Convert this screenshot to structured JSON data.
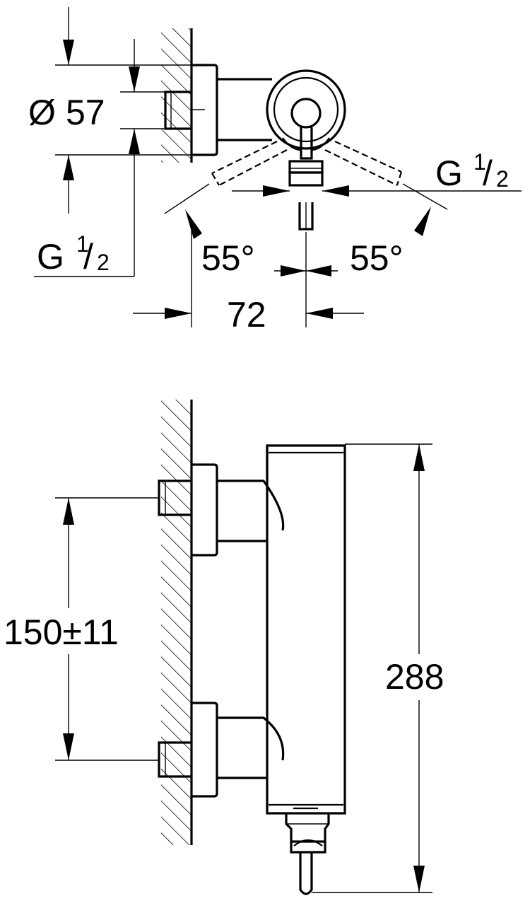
{
  "top_view": {
    "diameter": {
      "symbol": "Ø",
      "value": "57"
    },
    "thread_left": {
      "letter": "G",
      "numerator": "1",
      "slash": "/",
      "denominator": "2"
    },
    "thread_right": {
      "letter": "G",
      "numerator": "1",
      "slash": "/",
      "denominator": "2"
    },
    "angle_left": "55°",
    "angle_right": "55°",
    "projection": "72"
  },
  "side_view": {
    "inlet_spacing": "150±11",
    "height": "288"
  },
  "colors": {
    "line": "#000000",
    "background": "#ffffff"
  }
}
